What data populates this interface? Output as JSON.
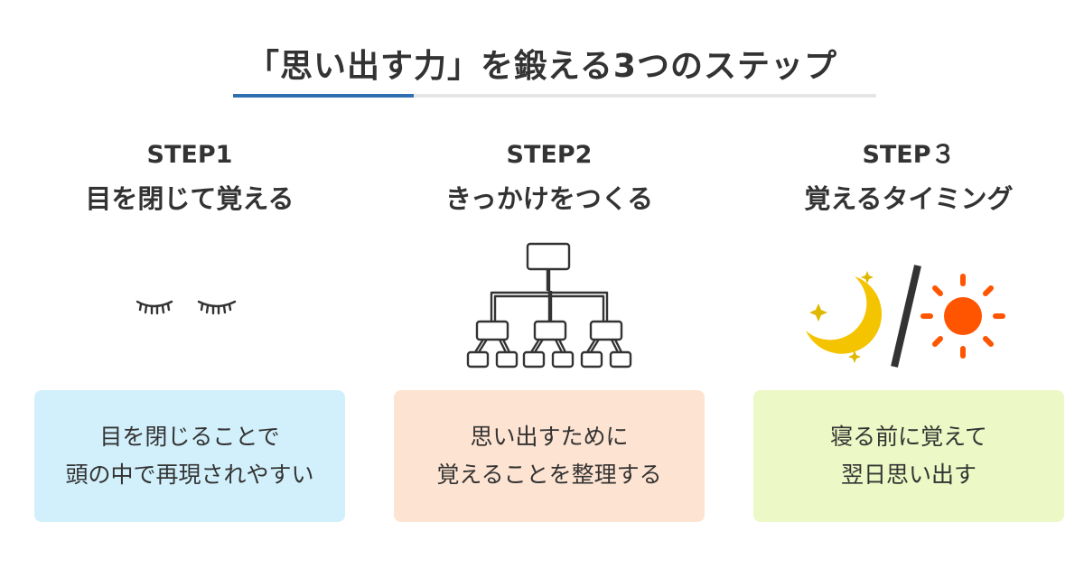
{
  "title": "「思い出す力」を鍛える3つのステップ",
  "colors": {
    "accent": "#2f6fb0",
    "rule": "#e6e6e6",
    "text": "#333333",
    "box1": "#d2f0fb",
    "box2": "#fde3d1",
    "box3": "#ecf8c5",
    "moon": "#f5c400",
    "sun": "#ff5400",
    "sparkle": "#e0b800",
    "slash": "#333333"
  },
  "steps": [
    {
      "label": "STEP1",
      "heading": "目を閉じて覚える",
      "icon": "closed-eyes-icon",
      "text_lines": [
        "目を閉じることで",
        "頭の中で再現されやすい"
      ]
    },
    {
      "label": "STEP2",
      "heading": "きっかけをつくる",
      "icon": "tree-diagram-icon",
      "text_lines": [
        "思い出すために",
        "覚えることを整理する"
      ]
    },
    {
      "label": "STEP３",
      "heading": "覚えるタイミング",
      "icon": "moon-sun-icon",
      "text_lines": [
        "寝る前に覚えて",
        "翌日思い出す"
      ]
    }
  ]
}
